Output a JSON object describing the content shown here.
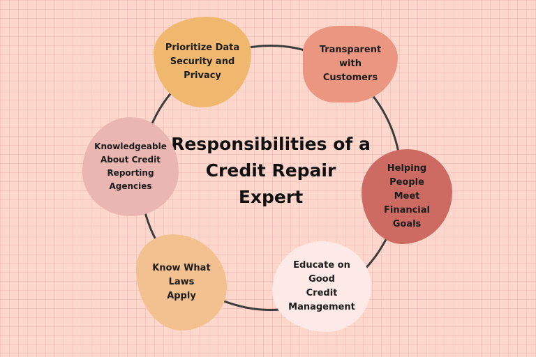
{
  "title": {
    "line1": "Responsibilities of a",
    "line2": "Credit Repair",
    "line3": "Expert"
  },
  "nodes": [
    {
      "lines": [
        "Prioritize Data",
        "Security and",
        "Privacy"
      ],
      "color": "#f0b86e"
    },
    {
      "lines": [
        "Transparent with",
        "Customers"
      ],
      "color": "#ea9680"
    },
    {
      "lines": [
        "Helping People",
        "Meet Financial",
        "Goals"
      ],
      "color": "#cd6b62"
    },
    {
      "lines": [
        "Educate on Good",
        "Credit",
        "Management"
      ],
      "color": "#fdeae6"
    },
    {
      "lines": [
        "Know What Laws",
        "Apply"
      ],
      "color": "#f2c18f"
    },
    {
      "lines": [
        "Knowledgeable",
        "About Credit",
        "Reporting Agencies"
      ],
      "color": "#e9b6b2"
    }
  ],
  "colors": {
    "background": "#fdd7cb",
    "ring": "#3c3c3c",
    "text": "#1c1c1c"
  }
}
